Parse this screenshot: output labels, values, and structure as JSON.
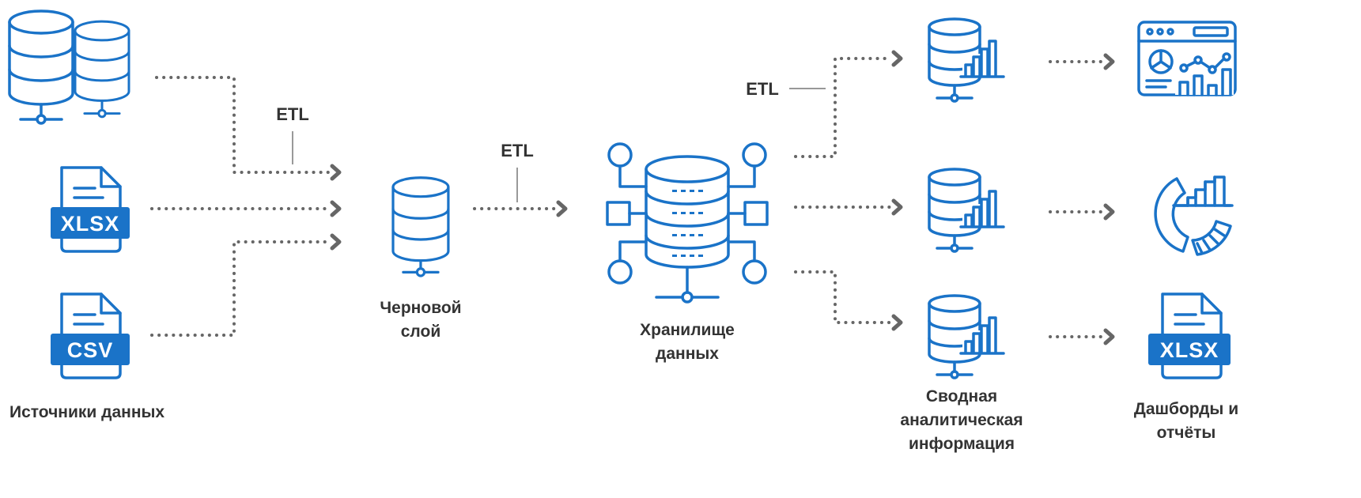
{
  "labels": {
    "sources": "Источники данных",
    "raw_layer_line1": "Черновой",
    "raw_layer_line2": "слой",
    "warehouse_line1": "Хранилище",
    "warehouse_line2": "данных",
    "summary_line1": "Сводная",
    "summary_line2": "аналитическая",
    "summary_line3": "информация",
    "dashboards_line1": "Дашборды и",
    "dashboards_line2": "отчёты"
  },
  "etl": {
    "label1": "ETL",
    "label2": "ETL",
    "label3": "ETL"
  },
  "files": {
    "xlsx": "XLSX",
    "csv": "CSV",
    "report_xlsx": "XLSX"
  },
  "colors": {
    "icon": "#1a73c8",
    "arrow": "#666666",
    "text": "#333333"
  },
  "icons": [
    "database-icon",
    "xlsx-file-icon",
    "csv-file-icon",
    "server-chart-icon",
    "data-warehouse-icon",
    "dashboard-icon",
    "donut-chart-icon"
  ]
}
